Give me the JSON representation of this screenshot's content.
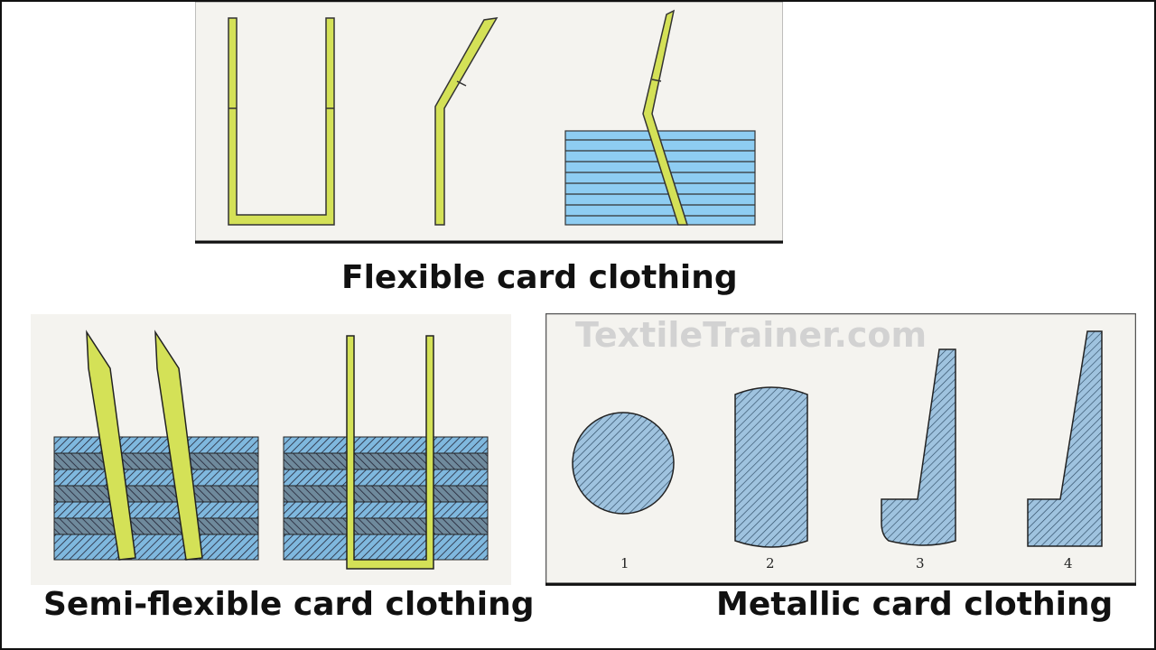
{
  "captions": {
    "flexible": "Flexible card clothing",
    "semi_flexible": "Semi-flexible card clothing",
    "metallic": "Metallic card clothing"
  },
  "watermark": "TextileTrainer.com",
  "metallic_profiles": [
    {
      "number": "1"
    },
    {
      "number": "2"
    },
    {
      "number": "3"
    },
    {
      "number": "4"
    }
  ],
  "colors": {
    "wire": "#d4e157",
    "foundation_blue": "#8ecdf2",
    "metallic_fill": "#9fc3df",
    "panel_bg": "#f4f3ef"
  }
}
